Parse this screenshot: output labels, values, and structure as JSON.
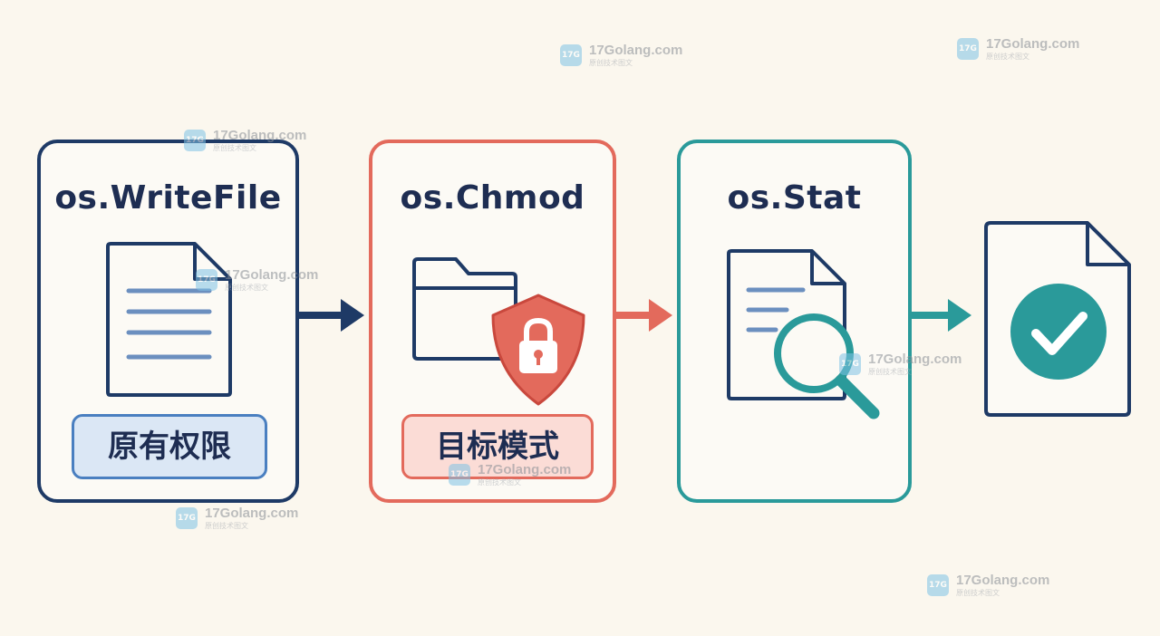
{
  "steps": [
    {
      "title": "os.WriteFile",
      "tag": "原有权限",
      "color": "#1e3a66",
      "icon": "document-icon"
    },
    {
      "title": "os.Chmod",
      "tag": "目标模式",
      "color": "#e36a5c",
      "icon": "folder-lock-icon"
    },
    {
      "title": "os.Stat",
      "title_color": "#1e3a66",
      "color": "#2a9a9a",
      "icon": "document-search-icon"
    }
  ],
  "result": {
    "icon": "document-check-icon",
    "color": "#2a9a9a"
  },
  "watermark": {
    "site": "17Golang.com",
    "sub": "原创技术图文",
    "badge": "17G"
  }
}
